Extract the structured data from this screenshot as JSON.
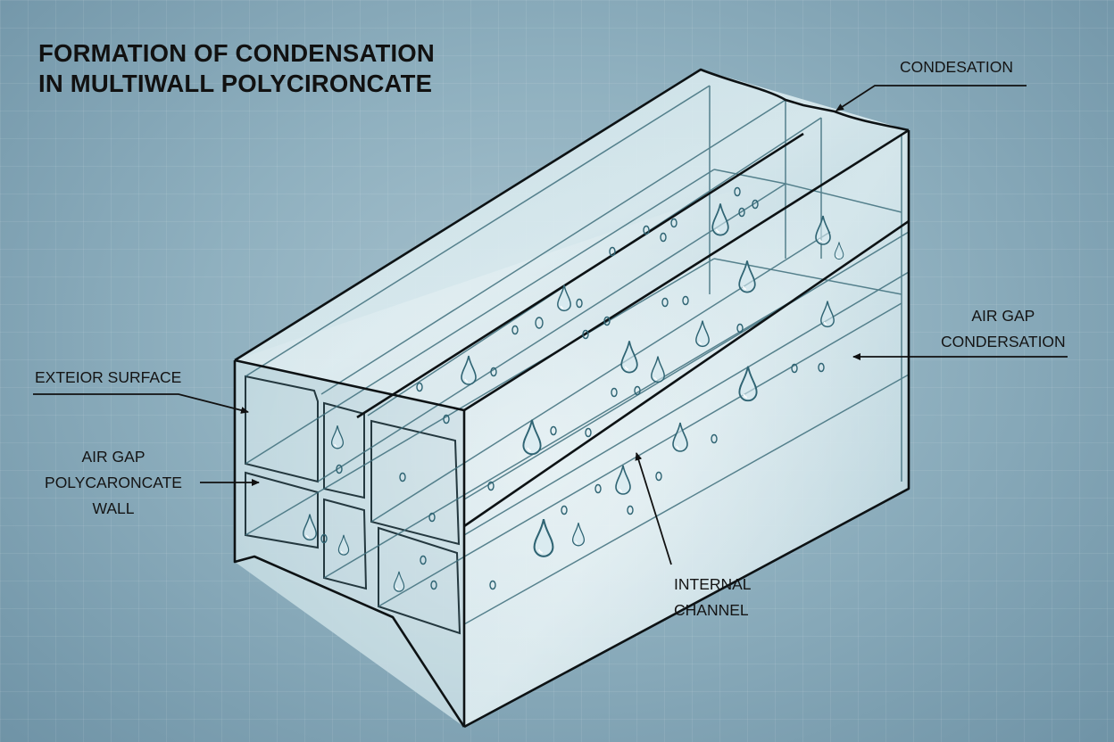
{
  "title": {
    "line1": "FORMATION OF CONDENSATION",
    "line2": "IN MULTIWALL POLYCIRONCATE"
  },
  "labels": {
    "condensation": "CONDESATION",
    "air_gap_condensation": {
      "line1": "AIR GAP",
      "line2": "CONDERSATION"
    },
    "exterior_surface": "EXTEIOR SURFACE",
    "air_gap_wall": {
      "line1": "AIR GAP",
      "line2": "POLYCARONCATE",
      "line3": "WALL"
    },
    "internal_channel": {
      "line1": "INTERNAL",
      "line2": "CHANNEL"
    }
  },
  "colors": {
    "background": "#8fb0bf",
    "panel_fill": "#c4dde4",
    "outline": "#0d1214",
    "inner_line": "#3f6f7c",
    "droplet_stroke": "#2f6473",
    "text": "#141414"
  }
}
